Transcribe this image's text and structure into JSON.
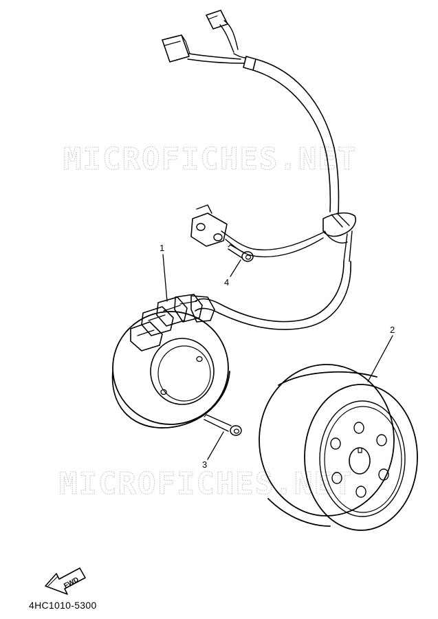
{
  "watermark_text": "MICROFICHES.NET",
  "callouts": [
    {
      "id": "1"
    },
    {
      "id": "2"
    },
    {
      "id": "3"
    },
    {
      "id": "4"
    }
  ],
  "fwd_label": "FWD",
  "diagram_code": "4HC1010-5300"
}
